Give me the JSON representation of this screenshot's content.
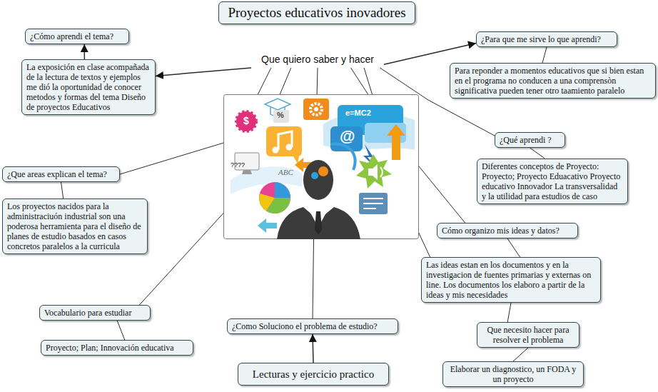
{
  "diagram": {
    "nodes": [
      {
        "text": [
          "Proyectos educativos inovadores"
        ]
      },
      {
        "text": [
          "¿Cómo aprendi el tema?"
        ]
      },
      {
        "text": [
          "¿Para que me sirve lo que aprendi?"
        ]
      },
      {
        "text": [
          "Que quiero saber y hacer"
        ]
      },
      {
        "text": [
          "La exposición en clase acompañada de la lectura de textos y ejemplos me dió la oportunidad de conocer metodos y formas del tema Diseño de proyectos Educativos"
        ]
      },
      {
        "text": [
          "Para reponder a momentos educativos que si bien estan en el programa no conducen a una comprensòn significativa pueden tener otro taamiento paralelo"
        ]
      },
      {
        "text": [
          "¿Qué aprendi ?"
        ]
      },
      {
        "text": [
          "¿Que areas explican el tema?"
        ]
      },
      {
        "text": [
          "Diferentes conceptos de Proyecto: Proyecto; Proyecto Eduacativo Proyecto educativo Innovador La transversalidad y la utilidad para estudios de caso"
        ]
      },
      {
        "text": [
          "Los proyectos nacidos para la administraciuón industrial son una poderosa herramienta para el diseño de planes de estudio basados en casos concretos paralelos a la curricula"
        ]
      },
      {
        "text": [
          "Cómo organizo mis ideas y datos?"
        ]
      },
      {
        "text": [
          "Las ideas estan en los documentos y en la investigacion de fuentes primarias y externas on line. Los documentos los elaboro a partir de la ideas y mis necesidades"
        ]
      },
      {
        "text": [
          "Vocabulario para estudiar"
        ]
      },
      {
        "text": [
          "¿Como Soluciono el problema de estudio?"
        ]
      },
      {
        "text": [
          "Que necesito hacer para resolver el problema"
        ]
      },
      {
        "text": [
          "Proyecto; Plan; Innovación educativa"
        ]
      },
      {
        "text": [
          "Elaborar un diagnostico, un FODA y un proyecto"
        ]
      },
      {
        "text": [
          "Lecturas y ejercicio practico"
        ]
      }
    ],
    "edges": [
      {
        "from": 3,
        "to": 4,
        "arrow": "to"
      },
      {
        "from": 4,
        "to": 1,
        "arrow": "to"
      },
      {
        "from": 3,
        "to": 2,
        "arrow": "to"
      },
      {
        "from": 2,
        "to": 5,
        "arrow": "none"
      },
      {
        "from": 3,
        "to": 6,
        "arrow": "none"
      },
      {
        "from": 6,
        "to": 8,
        "arrow": "none"
      },
      {
        "from": 3,
        "to": 7,
        "arrow": "none"
      },
      {
        "from": 7,
        "to": 9,
        "arrow": "none"
      },
      {
        "from": 3,
        "to": 12,
        "arrow": "none"
      },
      {
        "from": 12,
        "to": 15,
        "arrow": "none"
      },
      {
        "from": 3,
        "to": 13,
        "arrow": "none"
      },
      {
        "from": 17,
        "to": 13,
        "arrow": "to"
      },
      {
        "from": 3,
        "to": 10,
        "arrow": "none"
      },
      {
        "from": 10,
        "to": 11,
        "arrow": "none"
      },
      {
        "from": 3,
        "to": 11,
        "arrow": "none"
      },
      {
        "from": 11,
        "to": 14,
        "arrow": "none"
      },
      {
        "from": 14,
        "to": 16,
        "arrow": "none"
      }
    ],
    "labels": [
      "????",
      "ABC",
      "e=MC2",
      "@",
      "%",
      "$"
    ]
  }
}
